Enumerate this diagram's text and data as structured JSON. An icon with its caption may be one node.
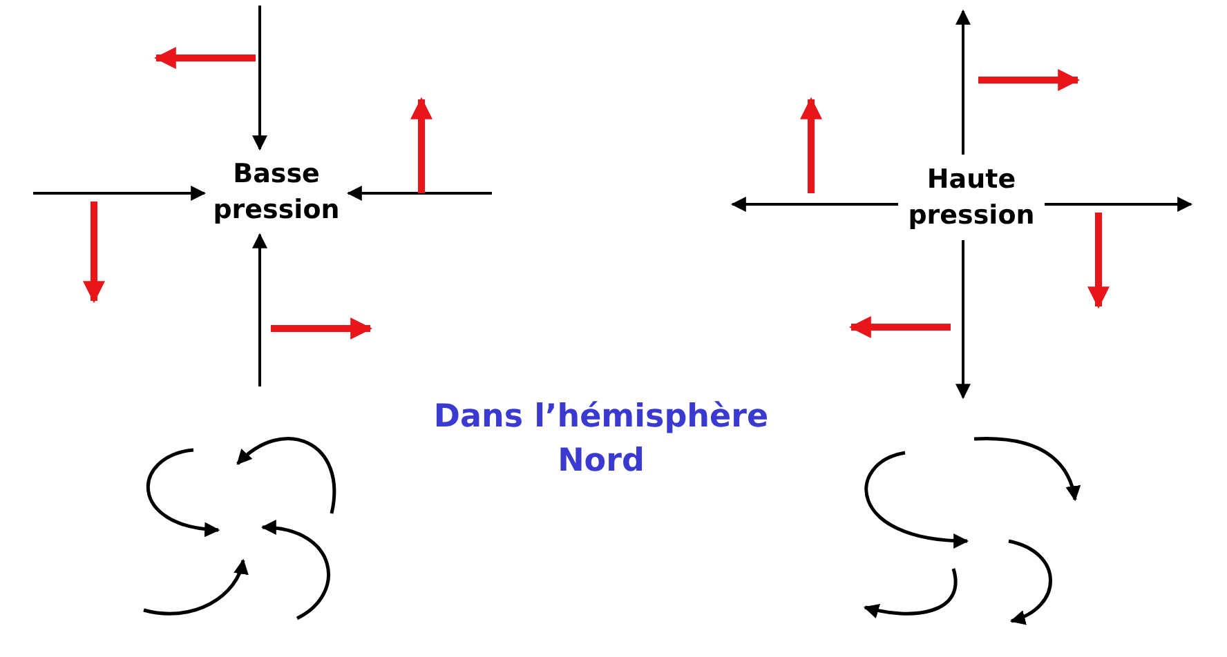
{
  "diagram": {
    "nodes": [
      {
        "text": [
          "Basse pression"
        ]
      },
      {
        "text": [
          "Haute pression"
        ]
      }
    ],
    "edges": [
      {
        "from": null,
        "to": 0,
        "arrow": "to"
      },
      {
        "from": null,
        "to": 0,
        "arrow": "to"
      },
      {
        "from": null,
        "to": 0,
        "arrow": "to"
      },
      {
        "from": null,
        "to": 0,
        "arrow": "to"
      },
      {
        "from": 1,
        "to": null,
        "arrow": "to"
      },
      {
        "from": 1,
        "to": null,
        "arrow": "to"
      },
      {
        "from": 1,
        "to": null,
        "arrow": "to"
      },
      {
        "from": 1,
        "to": null,
        "arrow": "to"
      }
    ],
    "labels": [
      "Dans l’hémisphère Nord"
    ]
  }
}
